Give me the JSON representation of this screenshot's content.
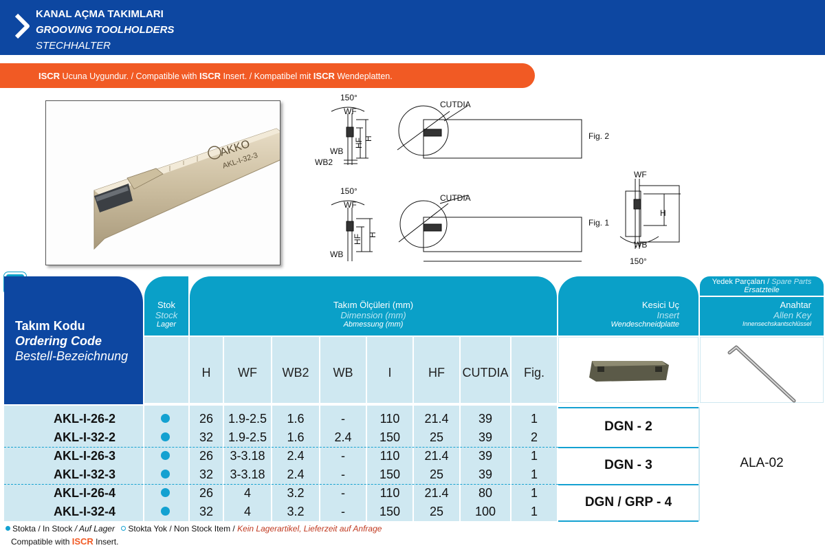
{
  "header": {
    "title_tr": "KANAL AÇMA TAKIMLARI",
    "title_en": "GROOVING TOOLHOLDERS",
    "title_de": "STECHHALTER"
  },
  "banner": {
    "b1": "ISCR",
    "t1": " Ucuna Uygundur. / Compatible with ",
    "b2": "ISCR",
    "t2": " Insert. / Kompatibel mit ",
    "b3": "ISCR",
    "t3": " Wendeplatten."
  },
  "photo": {
    "brand": "AKKO",
    "model": "AKL-I-32-3"
  },
  "diagram": {
    "angle": "150°",
    "wf": "WF",
    "wb": "WB",
    "wb2": "WB2",
    "hf": "HF",
    "h": "H",
    "cutdia": "CUTDIA",
    "fig2": "Fig. 2",
    "fig1": "Fig. 1"
  },
  "table": {
    "code_head": {
      "tr": "Takım Kodu",
      "en": "Ordering Code",
      "de": "Bestell-Bezeichnung"
    },
    "stock_head": {
      "tr": "Stok",
      "en": "Stock",
      "de": "Lager"
    },
    "dim_head": {
      "tr": "Takım Ölçüleri (mm)",
      "en": "Dimension (mm)",
      "de": "Abmessung (mm)"
    },
    "insert_head": {
      "tr": "Kesici Uç",
      "en": "Insert",
      "de": "Wendeschneidplatte"
    },
    "spare_head": {
      "tr": "Yedek Parçaları / ",
      "en": "Spare Parts",
      "de": "Ersatzteile"
    },
    "key_head": {
      "tr": "Anahtar",
      "en": "Allen Key",
      "de": "Innensechskantschlüssel"
    },
    "columns": [
      "H",
      "WF",
      "WB2",
      "WB",
      "I",
      "HF",
      "CUTDIA",
      "Fig."
    ],
    "rows": [
      {
        "code": "AKL-I-26-2",
        "H": "26",
        "WF": "1.9-2.5",
        "WB2": "1.6",
        "WB": "-",
        "I": "110",
        "HF": "21.4",
        "CUTDIA": "39",
        "Fig": "1"
      },
      {
        "code": "AKL-I-32-2",
        "H": "32",
        "WF": "1.9-2.5",
        "WB2": "1.6",
        "WB": "2.4",
        "I": "150",
        "HF": "25",
        "CUTDIA": "39",
        "Fig": "2"
      },
      {
        "code": "AKL-I-26-3",
        "H": "26",
        "WF": "3-3.18",
        "WB2": "2.4",
        "WB": "-",
        "I": "110",
        "HF": "21.4",
        "CUTDIA": "39",
        "Fig": "1"
      },
      {
        "code": "AKL-I-32-3",
        "H": "32",
        "WF": "3-3.18",
        "WB2": "2.4",
        "WB": "-",
        "I": "150",
        "HF": "25",
        "CUTDIA": "39",
        "Fig": "1"
      },
      {
        "code": "AKL-I-26-4",
        "H": "26",
        "WF": "4",
        "WB2": "3.2",
        "WB": "-",
        "I": "110",
        "HF": "21.4",
        "CUTDIA": "80",
        "Fig": "1"
      },
      {
        "code": "AKL-I-32-4",
        "H": "32",
        "WF": "4",
        "WB2": "3.2",
        "WB": "-",
        "I": "150",
        "HF": "25",
        "CUTDIA": "100",
        "Fig": "1"
      }
    ],
    "inserts": [
      "DGN - 2",
      "DGN - 3",
      "DGN / GRP - 4"
    ],
    "allen_key": "ALA-02"
  },
  "footer": {
    "stock_tr": "Stokta / In Stock ",
    "stock_de": "/ Auf Lager",
    "nonstock_tr": "Stokta Yok / Non Stock Item / ",
    "nonstock_de": "Kein Lagerartikel, Lieferzeit auf Anfrage",
    "compat_pre": "Compatible with ",
    "compat_brand": "ISCR",
    "compat_post": " Insert."
  },
  "colors": {
    "primary": "#0d47a1",
    "accent": "#f15a24",
    "cyan": "#0aa0c8",
    "light": "#cfe8f1",
    "stock_dot": "#13a1d1"
  }
}
